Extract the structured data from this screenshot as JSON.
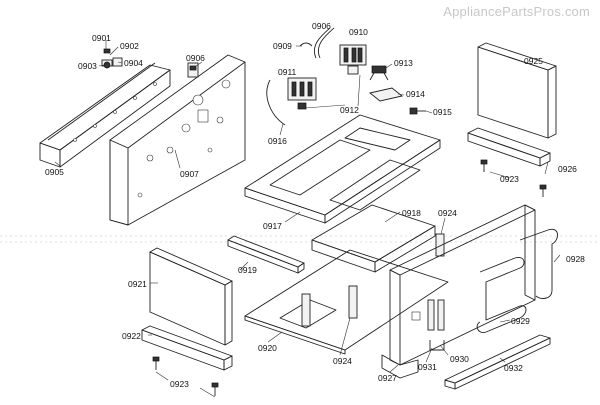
{
  "watermark": "AppliancePartsPros.com",
  "callouts": [
    {
      "id": "c0901",
      "label": "0901"
    },
    {
      "id": "c0902",
      "label": "0902"
    },
    {
      "id": "c0903",
      "label": "0903"
    },
    {
      "id": "c0904",
      "label": "0904"
    },
    {
      "id": "c0905",
      "label": "0905"
    },
    {
      "id": "c0906a",
      "label": "0906"
    },
    {
      "id": "c0906b",
      "label": "0906"
    },
    {
      "id": "c0907",
      "label": "0907"
    },
    {
      "id": "c0909",
      "label": "0909"
    },
    {
      "id": "c0910",
      "label": "0910"
    },
    {
      "id": "c0911",
      "label": "0911"
    },
    {
      "id": "c0912",
      "label": "0912"
    },
    {
      "id": "c0913",
      "label": "0913"
    },
    {
      "id": "c0914",
      "label": "0914"
    },
    {
      "id": "c0915",
      "label": "0915"
    },
    {
      "id": "c0916",
      "label": "0916"
    },
    {
      "id": "c0917",
      "label": "0917"
    },
    {
      "id": "c0918",
      "label": "0918"
    },
    {
      "id": "c0919",
      "label": "0919"
    },
    {
      "id": "c0920",
      "label": "0920"
    },
    {
      "id": "c0921",
      "label": "0921"
    },
    {
      "id": "c0922",
      "label": "0922"
    },
    {
      "id": "c0923a",
      "label": "0923"
    },
    {
      "id": "c0923b",
      "label": "0923"
    },
    {
      "id": "c0924a",
      "label": "0924"
    },
    {
      "id": "c0924b",
      "label": "0924"
    },
    {
      "id": "c0925",
      "label": "0925"
    },
    {
      "id": "c0926",
      "label": "0926"
    },
    {
      "id": "c0927",
      "label": "0927"
    },
    {
      "id": "c0928",
      "label": "0928"
    },
    {
      "id": "c0929",
      "label": "0929"
    },
    {
      "id": "c0930",
      "label": "0930"
    },
    {
      "id": "c0931",
      "label": "0931"
    },
    {
      "id": "c0932",
      "label": "0932"
    }
  ]
}
